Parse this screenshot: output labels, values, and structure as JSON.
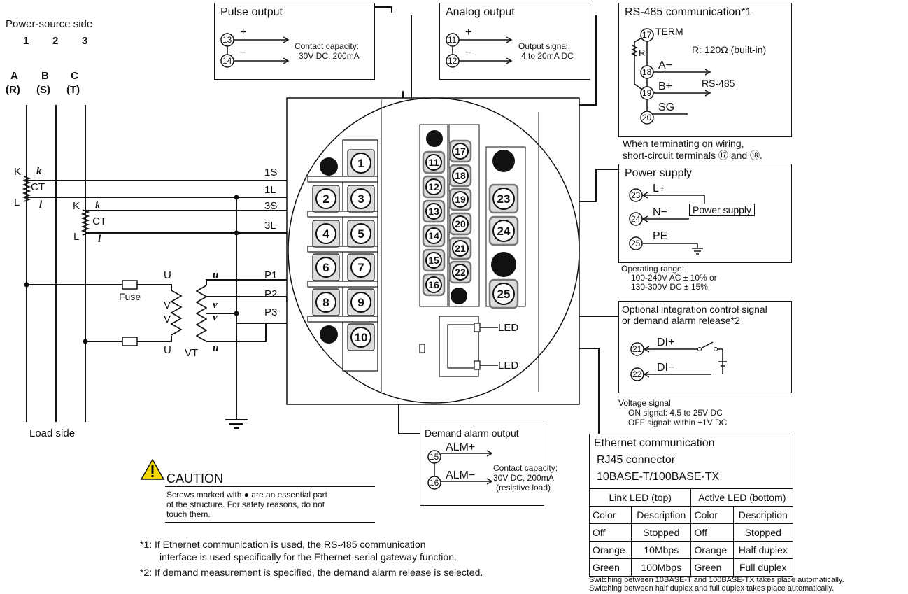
{
  "power_side": {
    "title": "Power-source side",
    "nums": [
      "1",
      "2",
      "3"
    ],
    "phases": [
      "A",
      "B",
      "C"
    ],
    "phase_codes": [
      "(R)",
      "(S)",
      "(T)"
    ],
    "load_side": "Load side"
  },
  "ct": {
    "ct_label": "CT",
    "K": "K",
    "L": "L",
    "k": "k",
    "l": "l"
  },
  "vt": {
    "fuse": "Fuse",
    "U": "U",
    "V": "V",
    "u": "u",
    "v": "v",
    "VT": "VT"
  },
  "wires": [
    "1S",
    "1L",
    "3S",
    "3L",
    "P1",
    "P2",
    "P3"
  ],
  "terminals": [
    "1",
    "2",
    "3",
    "4",
    "5",
    "6",
    "7",
    "8",
    "9",
    "10",
    "11",
    "12",
    "13",
    "14",
    "15",
    "16",
    "17",
    "18",
    "19",
    "20",
    "21",
    "22",
    "23",
    "24",
    "25"
  ],
  "pulse_output": {
    "title": "Pulse output",
    "t1": "13",
    "t2": "14",
    "plus": "+",
    "minus": "−",
    "spec1": "Contact capacity:",
    "spec2": "30V DC, 200mA"
  },
  "analog_output": {
    "title": "Analog output",
    "t1": "11",
    "t2": "12",
    "plus": "+",
    "minus": "−",
    "spec1": "Output signal:",
    "spec2": "4 to 20mA DC"
  },
  "rs485": {
    "title": "RS-485 communication*1",
    "t17": "17",
    "t18": "18",
    "t19": "19",
    "t20": "20",
    "term": "TERM",
    "r": "R",
    "r_value": "R: 120Ω (built-in)",
    "a": "A−",
    "b": "B+",
    "sg": "SG",
    "bus": "RS-485",
    "note1": "When terminating on wiring,",
    "note2": "short-circuit terminals ⑰ and ⑱."
  },
  "power_supply": {
    "title": "Power supply",
    "t23": "23",
    "t24": "24",
    "t25": "25",
    "lplus": "L+",
    "nminus": "N−",
    "pe": "PE",
    "box": "Power supply",
    "range_title": "Operating range:",
    "range1": "100-240V AC ± 10% or",
    "range2": "130-300V DC ± 15%"
  },
  "optional": {
    "title1": "Optional integration control signal",
    "title2": "or demand alarm release*2",
    "t21": "21",
    "t22": "22",
    "diplus": "DI+",
    "diminus": "DI−",
    "vs_title": "Voltage signal",
    "vs1": "ON signal: 4.5 to 25V DC",
    "vs2": "OFF signal: within ±1V DC"
  },
  "led_labels": [
    "LED",
    "LED"
  ],
  "demand_alarm": {
    "title": "Demand alarm output",
    "t15": "15",
    "t16": "16",
    "almplus": "ALM+",
    "almminus": "ALM−",
    "spec1": "Contact capacity:",
    "spec2": "30V DC, 200mA",
    "spec3": "(resistive load)"
  },
  "ethernet": {
    "title": "Ethernet communication",
    "sub1": "RJ45 connector",
    "sub2": "10BASE-T/100BASE-TX",
    "h_link": "Link LED (top)",
    "h_active": "Active LED (bottom)",
    "rows": [
      [
        "Color",
        "Description",
        "Color",
        "Description"
      ],
      [
        "Off",
        "Stopped",
        "Off",
        "Stopped"
      ],
      [
        "Orange",
        "10Mbps",
        "Orange",
        "Half duplex"
      ],
      [
        "Green",
        "100Mbps",
        "Green",
        "Full duplex"
      ]
    ],
    "note1": "Switching between 10BASE-T and 100BASE-TX takes place automatically.",
    "note2": "Switching between half duplex and full duplex takes place automatically."
  },
  "caution": {
    "title": "CAUTION",
    "text1": "Screws marked with ● are an essential part",
    "text2": "of the structure.  For safety reasons, do not",
    "text3": "touch them.",
    "accent": "#f5d800"
  },
  "footnotes": {
    "f1a": "*1:  If Ethernet communication is used, the RS-485 communication",
    "f1b": "interface is used specifically for the Ethernet-serial gateway function.",
    "f2": "*2:  If demand measurement is specified, the demand alarm release is selected."
  },
  "colors": {
    "terminal_frame": "#777777",
    "terminal_fill": "#dddddd"
  }
}
